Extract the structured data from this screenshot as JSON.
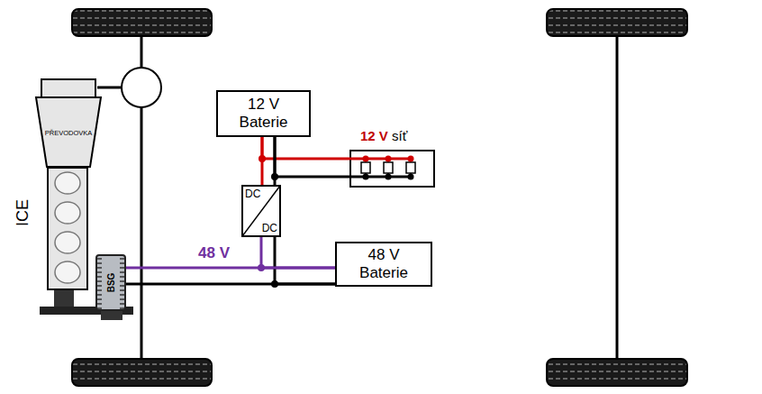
{
  "diagram": {
    "nodes": [
      {
        "text": [
          "PŘEVODOVKA"
        ]
      },
      {
        "text": [
          "ICE"
        ]
      },
      {
        "text": [
          "BSG"
        ]
      },
      {
        "text": [
          "12 V Baterie"
        ]
      },
      {
        "text": [
          "12 V",
          "síť"
        ]
      },
      {
        "text": [
          "DC",
          "DC"
        ]
      },
      {
        "text": [
          "48 V Baterie"
        ]
      }
    ],
    "edges": [
      {
        "from": 3,
        "to": 4,
        "arrow": "none"
      },
      {
        "from": 3,
        "to": 4,
        "arrow": "none"
      },
      {
        "from": 3,
        "to": 5,
        "arrow": "none"
      },
      {
        "from": 3,
        "to": 5,
        "arrow": "none"
      },
      {
        "from": 5,
        "to": 6,
        "arrow": "none"
      },
      {
        "from": 5,
        "to": 6,
        "arrow": "none"
      },
      {
        "from": 2,
        "to": 6,
        "label": "48 V",
        "arrow": "none"
      },
      {
        "from": 2,
        "to": 6,
        "arrow": "none"
      }
    ]
  }
}
